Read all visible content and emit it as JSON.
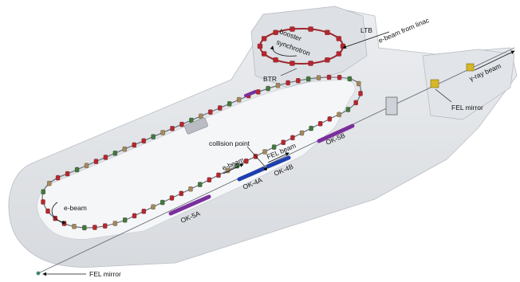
{
  "labels": {
    "booster_line1": "booster",
    "booster_line2": "synchrotron",
    "ltb": "LTB",
    "ebeam_linac": "e-beam from linac",
    "btr": "BTR",
    "gamma_beam": "γ-ray beam",
    "fel_mirror_right": "FEL mirror",
    "collision_point": "collision point",
    "fel_beam": "FEL beam",
    "ebeam_center": "e-beam",
    "ok5b": "OK-5B",
    "ok4b": "OK-4B",
    "ok4a": "OK-4A",
    "ok5a": "OK-5A",
    "ebeam_left": "e-beam",
    "fel_mirror_bottom": "FEL mirror"
  },
  "colors": {
    "wall": "#e4e6ea",
    "wall_edge": "#b9bdc4",
    "magnet_red": "#b8262d",
    "magnet_green": "#3f7a3c",
    "magnet_tan": "#a48a5c",
    "wiggler_purple": "#7a2f9c",
    "wiggler_blue": "#1e3fae",
    "beamline": "#6a6f78"
  }
}
